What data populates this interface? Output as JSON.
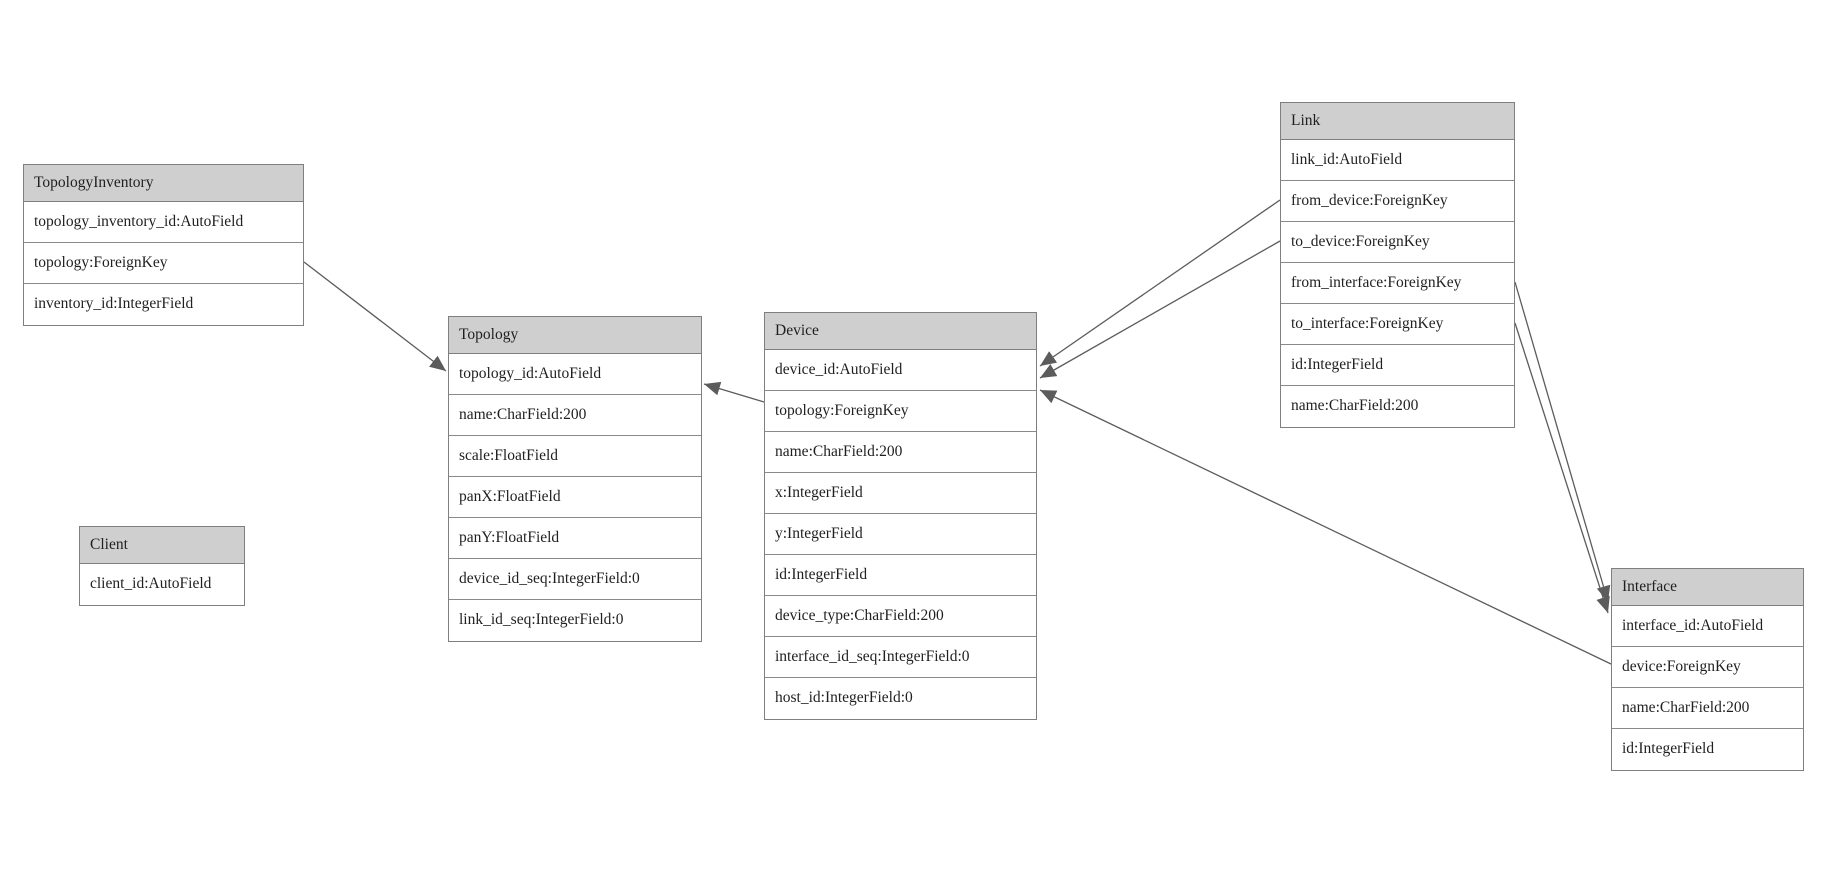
{
  "diagram": {
    "type": "entity-relationship-model",
    "colors": {
      "header_bg": "#cfcfcf",
      "row_bg": "#ffffff",
      "border": "#7f7f7f",
      "edge": "#5c5c5c",
      "text": "#1f1f1f",
      "background": "#ffffff"
    }
  },
  "entities": {
    "topology_inventory": {
      "title": "TopologyInventory",
      "fields": [
        "topology_inventory_id:AutoField",
        "topology:ForeignKey",
        "inventory_id:IntegerField"
      ]
    },
    "topology": {
      "title": "Topology",
      "fields": [
        "topology_id:AutoField",
        "name:CharField:200",
        "scale:FloatField",
        "panX:FloatField",
        "panY:FloatField",
        "device_id_seq:IntegerField:0",
        "link_id_seq:IntegerField:0"
      ]
    },
    "client": {
      "title": "Client",
      "fields": [
        "client_id:AutoField"
      ]
    },
    "device": {
      "title": "Device",
      "fields": [
        "device_id:AutoField",
        "topology:ForeignKey",
        "name:CharField:200",
        "x:IntegerField",
        "y:IntegerField",
        "id:IntegerField",
        "device_type:CharField:200",
        "interface_id_seq:IntegerField:0",
        "host_id:IntegerField:0"
      ]
    },
    "link": {
      "title": "Link",
      "fields": [
        "link_id:AutoField",
        "from_device:ForeignKey",
        "to_device:ForeignKey",
        "from_interface:ForeignKey",
        "to_interface:ForeignKey",
        "id:IntegerField",
        "name:CharField:200"
      ]
    },
    "interface": {
      "title": "Interface",
      "fields": [
        "interface_id:AutoField",
        "device:ForeignKey",
        "name:CharField:200",
        "id:IntegerField"
      ]
    }
  },
  "edges": [
    {
      "from": "TopologyInventory.topology",
      "to": "Topology"
    },
    {
      "from": "Device.topology",
      "to": "Topology"
    },
    {
      "from": "Link.from_device",
      "to": "Device"
    },
    {
      "from": "Link.to_device",
      "to": "Device"
    },
    {
      "from": "Link.from_interface",
      "to": "Interface"
    },
    {
      "from": "Link.to_interface",
      "to": "Interface"
    },
    {
      "from": "Interface.device",
      "to": "Device"
    }
  ]
}
